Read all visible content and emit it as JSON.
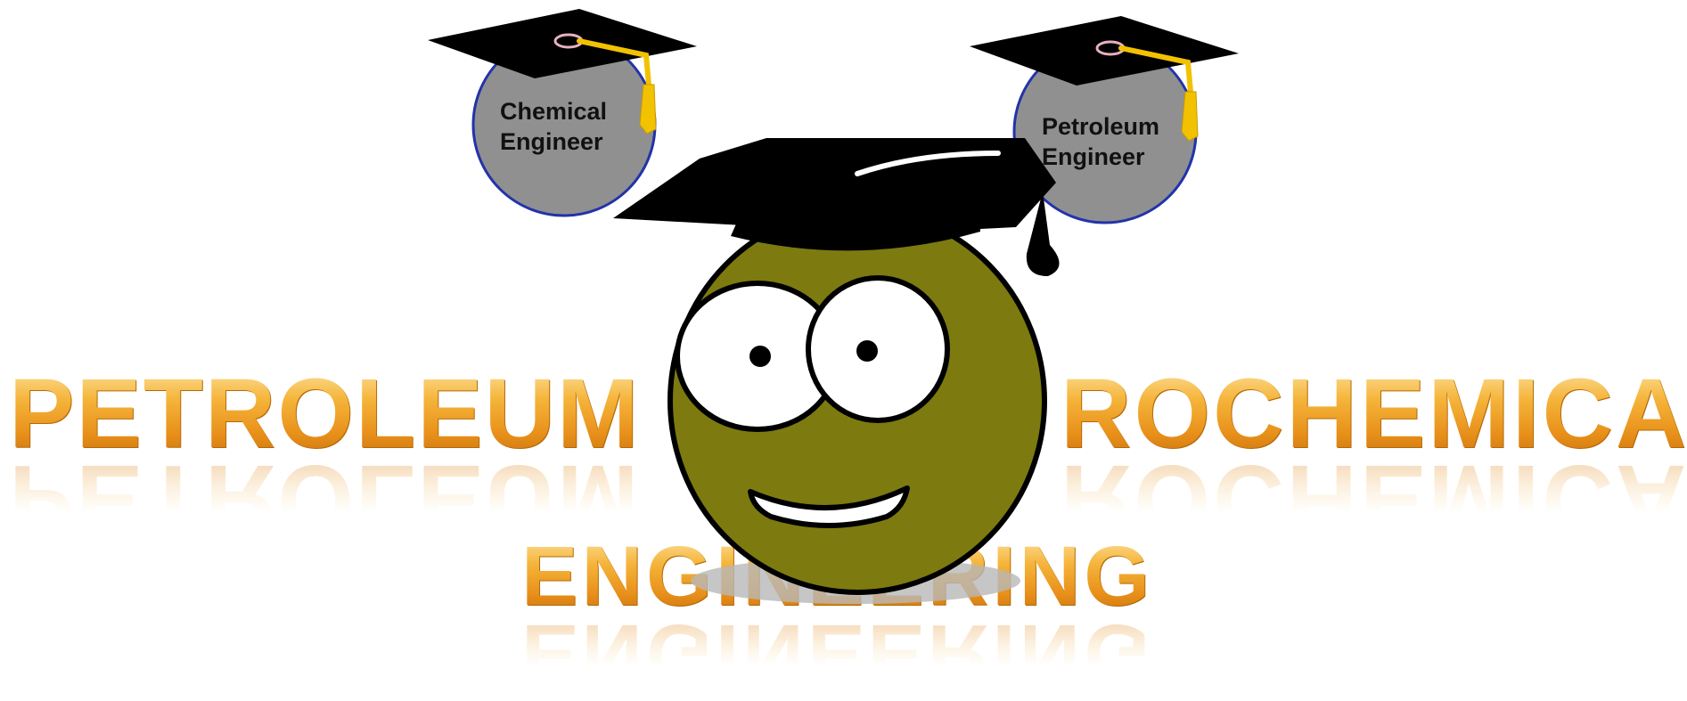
{
  "caps": {
    "chemical": {
      "label": "Chemical\nEngineer"
    },
    "petroleum": {
      "label": "Petroleum\nEngineer"
    }
  },
  "title": {
    "word_left": "PETROLEUM",
    "word_right": "ROCHEMICAL",
    "word_bottom": "ENGINEERING"
  },
  "colors": {
    "text_gold": "#f0a21a",
    "face": "#7d7a10",
    "circle_fill": "#909090",
    "circle_stroke": "#2233aa",
    "cap": "#000000",
    "tassel": "#f2c200"
  }
}
